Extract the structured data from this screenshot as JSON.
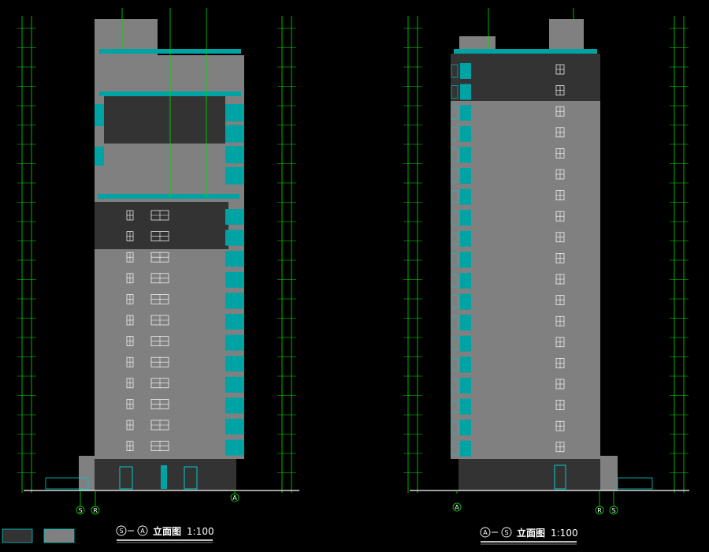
{
  "colors": {
    "background": "#000000",
    "wall_gray": "#808080",
    "dark_band": "#333333",
    "teal": "#00a3a3",
    "green_line": "#00e000",
    "cyan_window": "#00c8c8",
    "white": "#ffffff"
  },
  "drawing_left": {
    "axis_start": "S",
    "axis_end": "A",
    "axis_mid": "R",
    "title_cn": "立面图",
    "scale": "1:100"
  },
  "drawing_right": {
    "axis_start": "A",
    "axis_end": "S",
    "axis_mid": "R",
    "title_cn": "立面图",
    "scale": "1:100"
  },
  "icons": {
    "axis_bubble": "circle-letter-icon",
    "level_marker": "elevation-triangle-icon",
    "legend_swatch": "hatch-swatch-icon"
  }
}
